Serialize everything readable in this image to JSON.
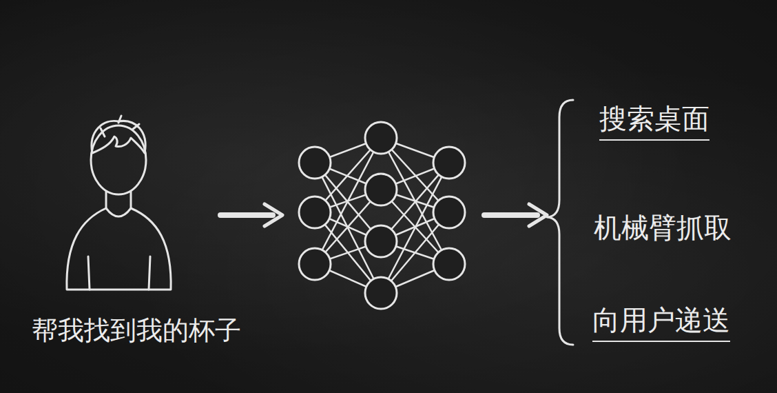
{
  "diagram": {
    "labels": [
      "帮我找到我的杯子",
      "搜索桌面",
      "机械臂抓取",
      "向用户递送"
    ]
  }
}
